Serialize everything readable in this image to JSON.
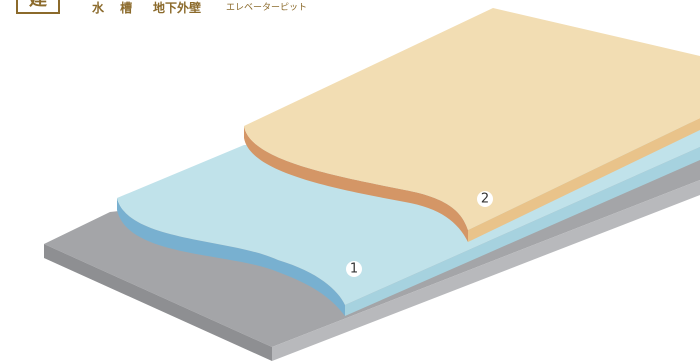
{
  "header": {
    "badge": "建",
    "water_tank": "水 槽",
    "basement_wall": "地下外壁",
    "elevator_pit": "エレベーターピット"
  },
  "layers": [
    {
      "marker": "1",
      "color": "#c0e2ea"
    },
    {
      "marker": "2",
      "color": "#f2ddb3"
    }
  ],
  "colors": {
    "accent": "#8b6a2b",
    "base_top": "#a4a5a8",
    "base_front": "#8e8f92",
    "base_side": "#b8b9bc",
    "layer1_top": "#c0e2ea",
    "layer1_edge": "#78b0d0",
    "layer2_top": "#f2ddb3",
    "layer2_edge": "#d49666",
    "layer2_side": "#e9c38a"
  }
}
